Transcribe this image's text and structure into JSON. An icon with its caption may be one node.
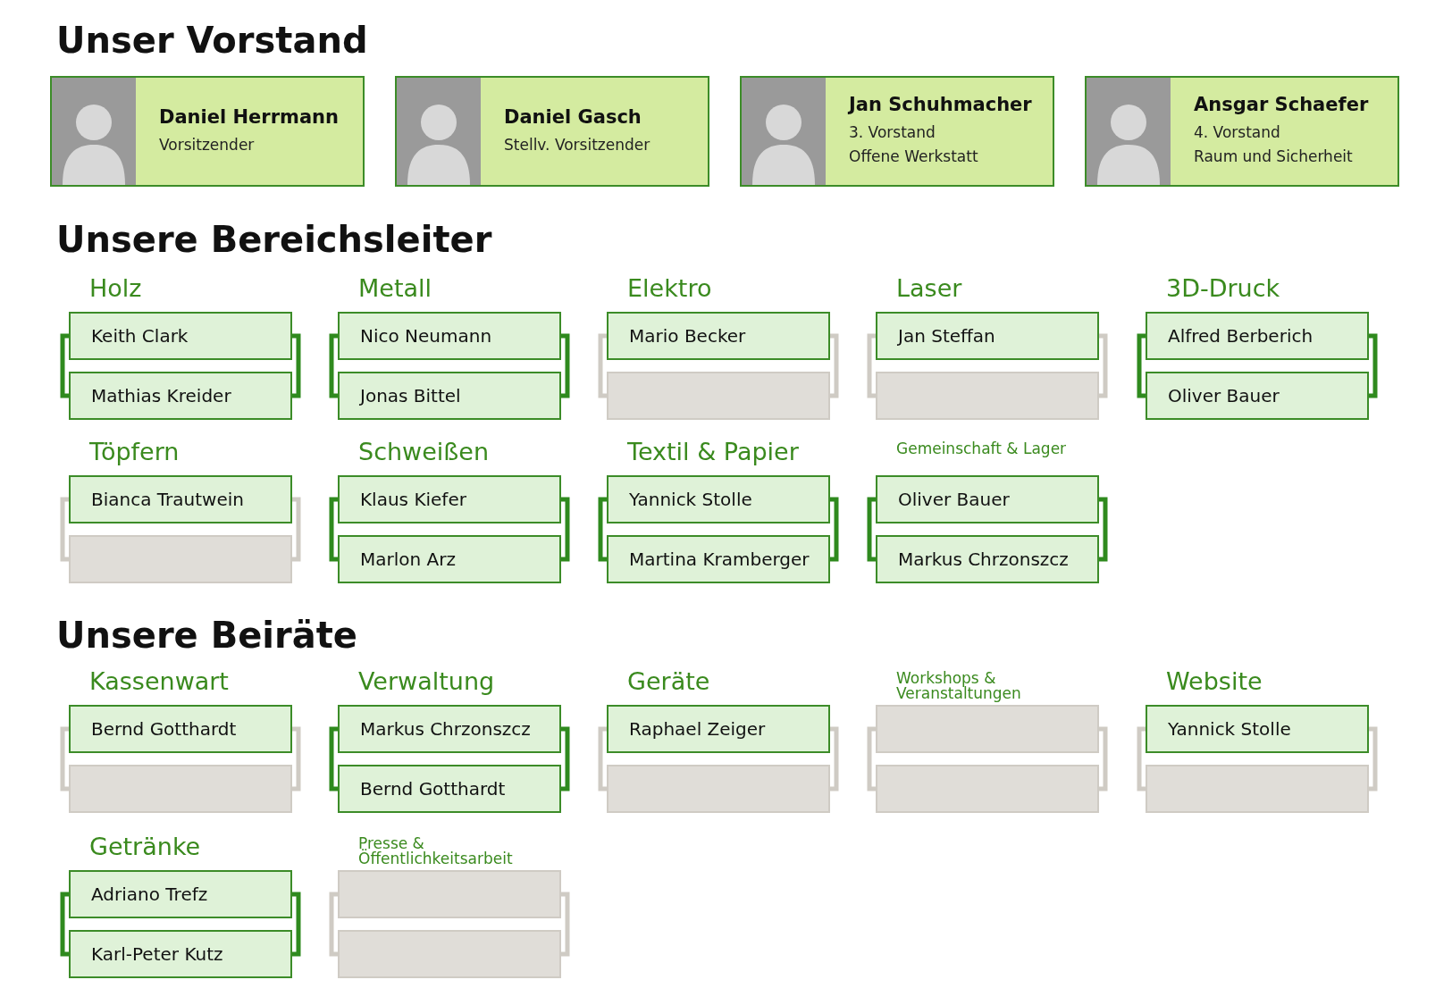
{
  "diagram": {
    "nodes": [
      {
        "text": [
          "Daniel Herrmann",
          "Vorsitzender"
        ]
      },
      {
        "text": [],
        "shape": "picture",
        "in": 0
      },
      {
        "text": [
          "Daniel Gasch",
          "Stellv. Vorsitzender"
        ]
      },
      {
        "text": [],
        "shape": "picture",
        "in": 2
      },
      {
        "text": [
          "Jan Schuhmacher",
          "3. Vorstand",
          "Offene Werkstatt"
        ]
      },
      {
        "text": [],
        "shape": "picture",
        "in": 4
      },
      {
        "text": [
          "Ansgar Schaefer",
          "4. Vorstand",
          "Raum und Sicherheit"
        ]
      },
      {
        "text": [],
        "shape": "picture",
        "in": 6
      },
      {
        "text": [
          "Keith Clark"
        ],
        "beside": [
          "Holz"
        ]
      },
      {
        "text": [
          "Mathias Kreider"
        ]
      },
      {
        "text": [
          "Nico Neumann"
        ],
        "beside": [
          "Metall"
        ]
      },
      {
        "text": [
          "Jonas Bittel"
        ]
      },
      {
        "text": [
          "Mario Becker"
        ],
        "beside": [
          "Elektro"
        ]
      },
      {
        "text": [],
        "shape": "box"
      },
      {
        "text": [
          "Jan Steffan"
        ],
        "beside": [
          "Laser"
        ]
      },
      {
        "text": [],
        "shape": "box"
      },
      {
        "text": [
          "Alfred Berberich"
        ],
        "beside": [
          "3D-Druck"
        ]
      },
      {
        "text": [
          "Oliver Bauer"
        ]
      },
      {
        "text": [
          "Bianca Trautwein"
        ],
        "beside": [
          "Töpfern"
        ]
      },
      {
        "text": [],
        "shape": "box"
      },
      {
        "text": [
          "Klaus Kiefer"
        ],
        "beside": [
          "Schweißen"
        ]
      },
      {
        "text": [
          "Marlon Arz"
        ]
      },
      {
        "text": [
          "Yannick Stolle"
        ],
        "beside": [
          "Textil & Papier"
        ]
      },
      {
        "text": [
          "Martina Kramberger"
        ]
      },
      {
        "text": [
          "Oliver Bauer"
        ],
        "beside": [
          "Gemeinschaft & Lager"
        ]
      },
      {
        "text": [
          "Markus Chrzonszcz"
        ]
      },
      {
        "text": [
          "Bernd Gotthardt"
        ],
        "beside": [
          "Kassenwart"
        ]
      },
      {
        "text": [],
        "shape": "box"
      },
      {
        "text": [
          "Markus Chrzonszcz"
        ],
        "beside": [
          "Verwaltung"
        ]
      },
      {
        "text": [
          "Bernd Gotthardt"
        ]
      },
      {
        "text": [
          "Raphael Zeiger"
        ],
        "beside": [
          "Geräte"
        ]
      },
      {
        "text": [],
        "shape": "box"
      },
      {
        "text": [],
        "shape": "box",
        "beside": [
          "Workshops & Veranstaltungen"
        ]
      },
      {
        "text": [],
        "shape": "box"
      },
      {
        "text": [
          "Yannick Stolle"
        ],
        "beside": [
          "Website"
        ]
      },
      {
        "text": [],
        "shape": "box"
      },
      {
        "text": [
          "Adriano Trefz"
        ],
        "beside": [
          "Getränke"
        ]
      },
      {
        "text": [
          "Karl-Peter Kutz"
        ]
      },
      {
        "text": [],
        "shape": "box",
        "beside": [
          "Presse & Öffentlichkeitsarbeit"
        ]
      },
      {
        "text": [],
        "shape": "box"
      }
    ],
    "edges": [
      {
        "from": 8,
        "to": 9,
        "arrow": "none"
      },
      {
        "from": 8,
        "to": 9,
        "arrow": "none"
      },
      {
        "from": 10,
        "to": 11,
        "arrow": "none"
      },
      {
        "from": 10,
        "to": 11,
        "arrow": "none"
      },
      {
        "from": 12,
        "to": 13,
        "arrow": "none",
        "color": "#cfcbc4"
      },
      {
        "from": 12,
        "to": 13,
        "arrow": "none",
        "color": "#cfcbc4"
      },
      {
        "from": 14,
        "to": 15,
        "arrow": "none",
        "color": "#cfcbc4"
      },
      {
        "from": 14,
        "to": 15,
        "arrow": "none",
        "color": "#cfcbc4"
      },
      {
        "from": 16,
        "to": 17,
        "arrow": "none"
      },
      {
        "from": 16,
        "to": 17,
        "arrow": "none"
      },
      {
        "from": 18,
        "to": 19,
        "arrow": "none",
        "color": "#cfcbc4"
      },
      {
        "from": 18,
        "to": 19,
        "arrow": "none",
        "color": "#cfcbc4"
      },
      {
        "from": 20,
        "to": 21,
        "arrow": "none"
      },
      {
        "from": 20,
        "to": 21,
        "arrow": "none"
      },
      {
        "from": 22,
        "to": 23,
        "arrow": "none"
      },
      {
        "from": 22,
        "to": 23,
        "arrow": "none"
      },
      {
        "from": 24,
        "to": 25,
        "arrow": "none"
      },
      {
        "from": 24,
        "to": 25,
        "arrow": "none"
      },
      {
        "from": 26,
        "to": 27,
        "arrow": "none",
        "color": "#cfcbc4"
      },
      {
        "from": 26,
        "to": 27,
        "arrow": "none",
        "color": "#cfcbc4"
      },
      {
        "from": 28,
        "to": 29,
        "arrow": "none"
      },
      {
        "from": 28,
        "to": 29,
        "arrow": "none"
      },
      {
        "from": 30,
        "to": 31,
        "arrow": "none",
        "color": "#cfcbc4"
      },
      {
        "from": 30,
        "to": 31,
        "arrow": "none",
        "color": "#cfcbc4"
      },
      {
        "from": 32,
        "to": 33,
        "arrow": "none",
        "color": "#cfcbc4"
      },
      {
        "from": 32,
        "to": 33,
        "arrow": "none",
        "color": "#cfcbc4"
      },
      {
        "from": 34,
        "to": 35,
        "arrow": "none",
        "color": "#cfcbc4"
      },
      {
        "from": 34,
        "to": 35,
        "arrow": "none",
        "color": "#cfcbc4"
      },
      {
        "from": 36,
        "to": 37,
        "arrow": "none"
      },
      {
        "from": 36,
        "to": 37,
        "arrow": "none"
      },
      {
        "from": 38,
        "to": 39,
        "arrow": "none",
        "color": "#cfcbc4"
      },
      {
        "from": 38,
        "to": 39,
        "arrow": "none",
        "color": "#cfcbc4"
      }
    ],
    "labels": [
      "Unser Vorstand",
      "Unsere Bereichsleiter",
      "Unsere Beiräte"
    ]
  }
}
